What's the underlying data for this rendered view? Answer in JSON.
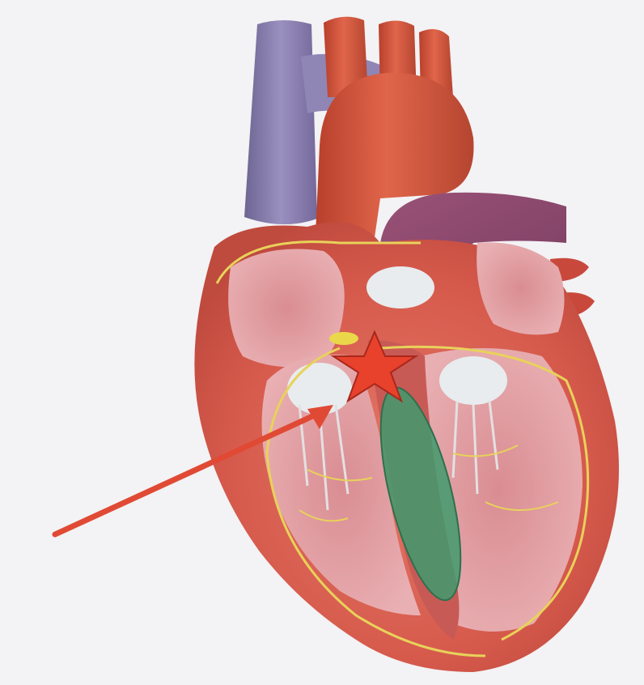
{
  "figure": {
    "subject": "heart",
    "annotations": [
      {
        "kind": "arrow",
        "color": "#e04a35"
      },
      {
        "kind": "star",
        "color": "#e8412c"
      },
      {
        "kind": "ellipse",
        "color": "#3f9a6c"
      }
    ]
  },
  "colors": {
    "background": "#f3f2f4",
    "vein": "#8a7fb0",
    "aorta": "#d9553a",
    "myocardium": "#d9615a",
    "chamber": "#e9a8ad",
    "nerve": "#e8d25a",
    "valve": "#e8ecee"
  }
}
